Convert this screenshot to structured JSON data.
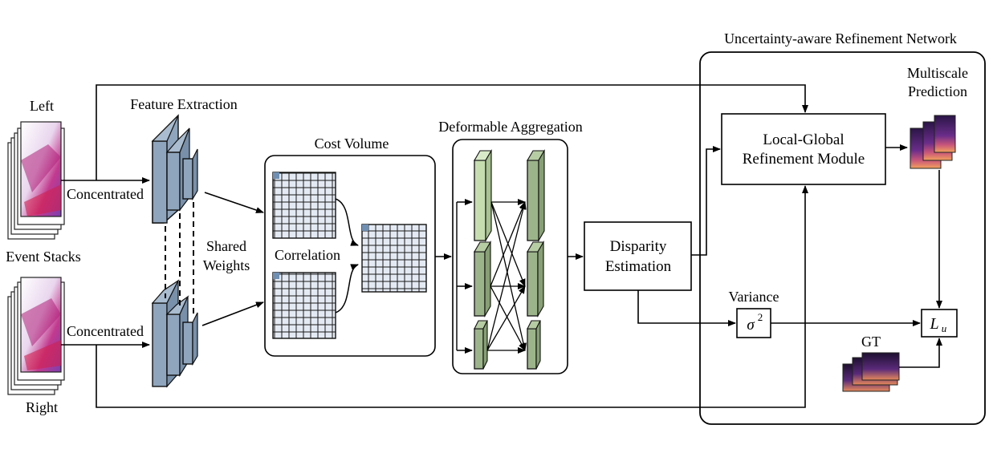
{
  "labels": {
    "left": "Left",
    "right": "Right",
    "event_stacks": "Event Stacks",
    "concentrated_top": "Concentrated",
    "concentrated_bottom": "Concentrated",
    "feature_extraction": "Feature Extraction",
    "shared_line1": "Shared",
    "shared_line2": "Weights",
    "cost_volume": "Cost Volume",
    "correlation": "Correlation",
    "deformable_aggregation": "Deformable Aggregation",
    "disparity_line1": "Disparity",
    "disparity_line2": "Estimation",
    "refinement_network": "Uncertainty-aware Refinement Network",
    "module_line1": "Local-Global",
    "module_line2": "Refinement Module",
    "multiscale_line1": "Multiscale",
    "multiscale_line2": "Prediction",
    "variance": "Variance",
    "sigma_base": "σ",
    "sigma_exp": "2",
    "gt": "GT",
    "loss_base": "L",
    "loss_sub": "u"
  },
  "colors": {
    "feature_block": "#8fa5bd",
    "agg_light": "#c6ddb0",
    "agg_dark": "#9cb48a",
    "grid_cell": "#dfe6f0",
    "grid_corner": "#6f8fb3",
    "event_magenta": "#b0207a",
    "prediction_purple": "#3a1e5c",
    "prediction_orange": "#e07a4e"
  },
  "icons": {
    "event_stack": "event-stack-icon",
    "prediction_maps": "depth-map-stack-icon",
    "ground_truth": "depth-map-stack-icon"
  }
}
